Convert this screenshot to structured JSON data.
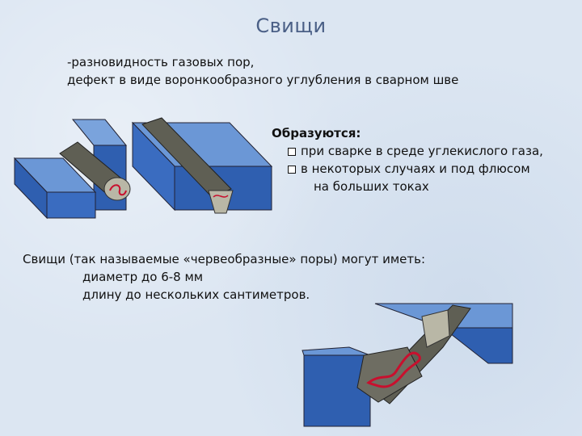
{
  "title": "Свищи",
  "intro": {
    "line1": "-разновидность газовых пор,",
    "line2": "дефект в виде воронкообразного углубления в сварном шве"
  },
  "formed": {
    "heading": "Образуются:",
    "bullets": [
      {
        "line1": "при сварке в среде углекислого газа,"
      },
      {
        "line1": "в некоторых случаях и под флюсом",
        "line2": "на больших токах"
      }
    ]
  },
  "pores": {
    "line1": "Свищи (так называемые «червеобразные» поры) могут иметь:",
    "line2": "диаметр до 6-8 мм",
    "line3": "длину до нескольких сантиметров."
  },
  "colors": {
    "plate_top": "#6b97d6",
    "plate_side": "#2f5fb0",
    "bead": "#5f5f54",
    "bead_cut": "#b9b7a6",
    "defect": "#c8102e"
  },
  "icons": [
    "checkbox-bullet-icon",
    "weld-seam-illustration"
  ]
}
